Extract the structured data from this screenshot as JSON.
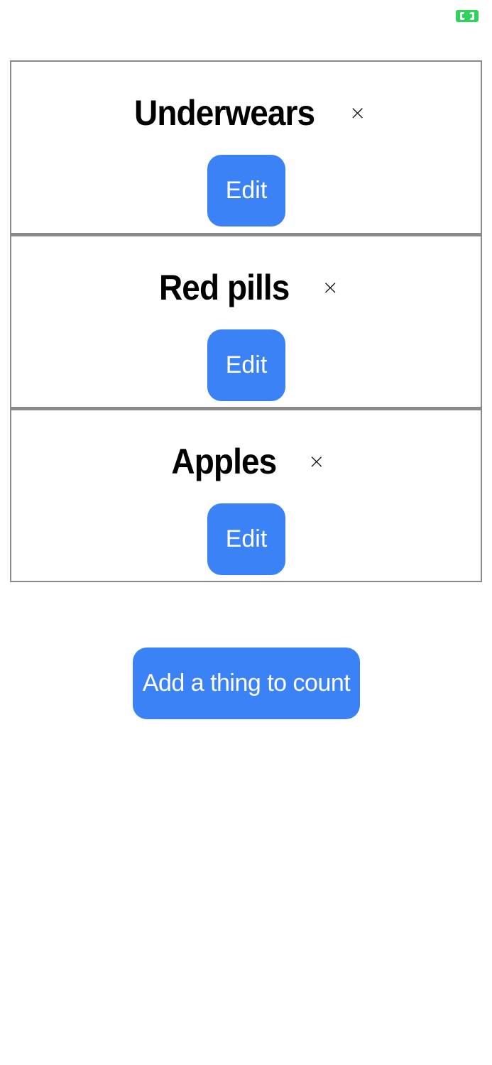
{
  "status": {
    "icon": "rotate-screen-icon",
    "color": "#2fd25a"
  },
  "items": [
    {
      "name": "Underwears",
      "remove_label": "×",
      "edit_label": "Edit"
    },
    {
      "name": "Red pills",
      "remove_label": "×",
      "edit_label": "Edit"
    },
    {
      "name": "Apples",
      "remove_label": "×",
      "edit_label": "Edit"
    }
  ],
  "actions": {
    "add_label": "Add a thing to count"
  },
  "colors": {
    "accent": "#3b82f6",
    "border": "#8a8a8a"
  }
}
